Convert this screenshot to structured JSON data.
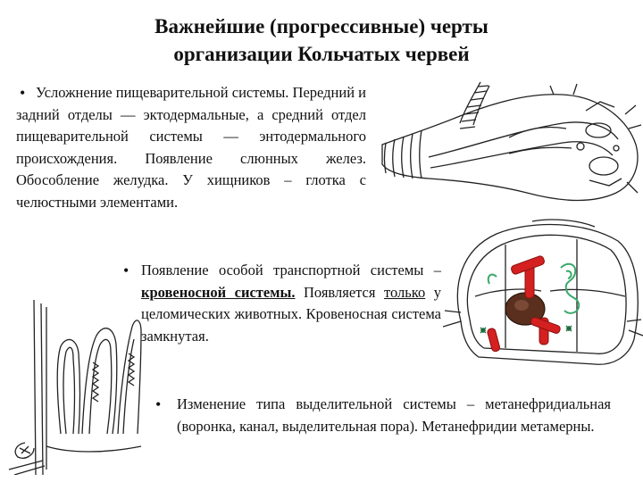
{
  "title": {
    "line1": "Важнейшие (прогрессивные) черты",
    "line2": "организации Кольчатых червей"
  },
  "bullet_char": "•",
  "paragraph1": {
    "text": "Усложнение пищеварительной системы. Передний и задний отделы — эктодермальные, а средний отдел пищеварительной системы — энтодермального происхождения. Появление слюнных желез. Обособление желудка. У хищников – глотка с челюстными элементами."
  },
  "paragraph2": {
    "part1": "Появление особой транспортной системы – ",
    "part2_bold_underlined": "кровеносной системы.",
    "part3": " Появляется ",
    "part4_underlined": "только",
    "part5": " у целомических животных. Кровеносная система замкнутая."
  },
  "paragraph3": {
    "text": "Изменение типа выделительной системы – метанефридиальная (воронка, канал, выделительная пора). Метанефридии метамерны."
  },
  "colors": {
    "text": "#111111",
    "vessel_red": "#d42020",
    "gut_brown": "#5a2f1e",
    "nephridia_green": "#3aa86a",
    "background": "#ffffff"
  }
}
